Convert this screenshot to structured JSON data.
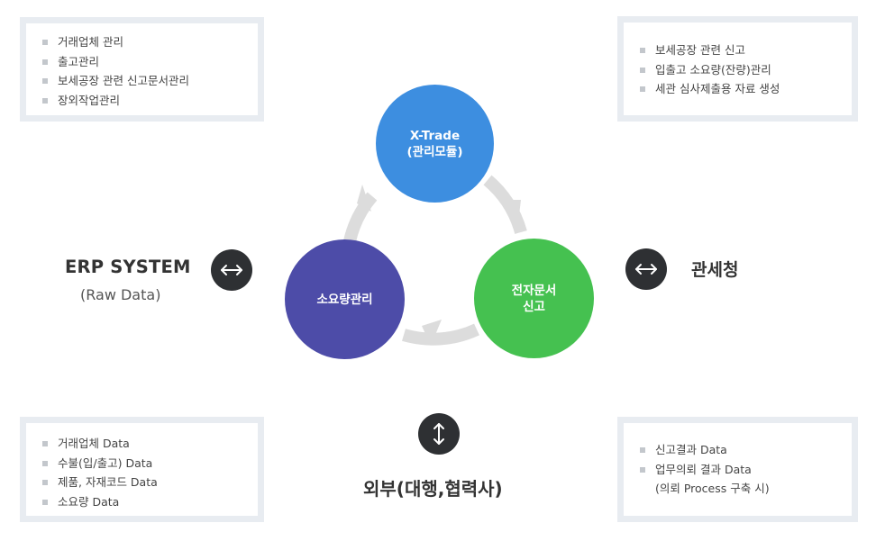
{
  "nodes": {
    "xtrade": {
      "line1": "X-Trade",
      "line2": "(관리모듈)"
    },
    "edoc": {
      "line1": "전자문서",
      "line2": "신고"
    },
    "usage": {
      "line1": "소요량관리"
    }
  },
  "erp": {
    "title": "ERP SYSTEM",
    "subtitle": "(Raw Data)"
  },
  "customs": {
    "title": "관세청"
  },
  "external": {
    "title": "외부(대행,협력사)"
  },
  "boxes": {
    "top_left": [
      "거래업체 관리",
      "출고관리",
      "보세공장 관련 신고문서관리",
      "장외작업관리"
    ],
    "top_right": [
      "보세공장 관련 신고",
      "입출고 소요량(잔량)관리",
      "세관 심사제출용 자료 생성"
    ],
    "bottom_left": [
      "거래업체 Data",
      "수불(입/출고) Data",
      "제품, 자재코드 Data",
      "소요량 Data"
    ],
    "bottom_right": [
      "신고결과 Data",
      "업무의뢰 결과 Data",
      "(의뢰 Process 구축 시)"
    ]
  },
  "icons": {
    "erp_link": "bidirectional-horizontal-arrow-icon",
    "customs_link": "bidirectional-horizontal-arrow-icon",
    "external_link": "bidirectional-vertical-arrow-icon"
  },
  "colors": {
    "xtrade": "#3d8ee0",
    "edoc": "#45c150",
    "usage": "#4d4ca8",
    "icon_bg": "#2e3033",
    "cycle_arrow": "#dcdcdc",
    "box_frame": "#e8ecf1"
  }
}
